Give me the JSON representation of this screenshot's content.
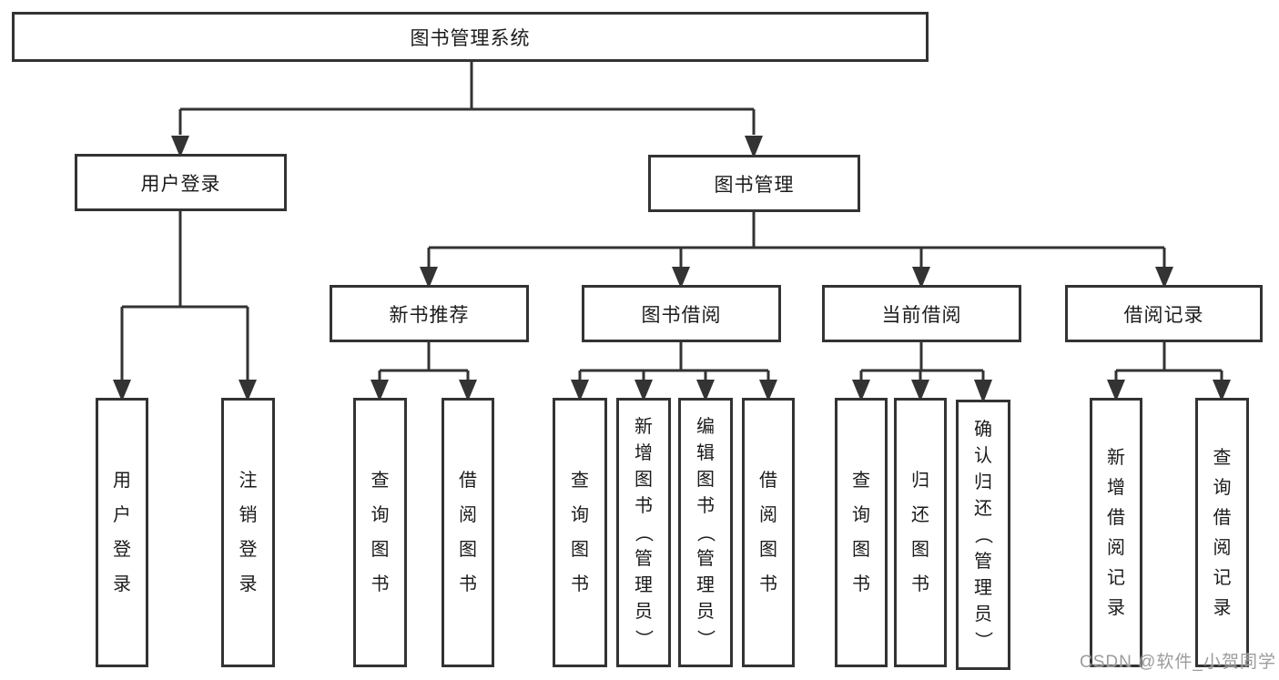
{
  "page": {
    "background": "#ffffff",
    "line_color": "#333333",
    "box_border_color": "#333333",
    "text_color": "#1b1b1b"
  },
  "diagram": {
    "type": "hierarchy-tree",
    "root": {
      "label": "图书管理系统"
    },
    "level2": [
      {
        "label": "用户登录",
        "children": [
          {
            "label": "用户登录"
          },
          {
            "label": "注销登录"
          }
        ]
      },
      {
        "label": "图书管理",
        "children": [
          {
            "label": "新书推荐",
            "children": [
              {
                "label": "查询图书"
              },
              {
                "label": "借阅图书"
              }
            ]
          },
          {
            "label": "图书借阅",
            "children": [
              {
                "label": "查询图书"
              },
              {
                "label": "新增图书（管理员）"
              },
              {
                "label": "编辑图书（管理员）"
              },
              {
                "label": "借阅图书"
              }
            ]
          },
          {
            "label": "当前借阅",
            "children": [
              {
                "label": "查询图书"
              },
              {
                "label": "归还图书"
              },
              {
                "label": "确认归还（管理员）"
              }
            ]
          },
          {
            "label": "借阅记录",
            "children": [
              {
                "label": "新增借阅记录"
              },
              {
                "label": "查询借阅记录"
              }
            ]
          }
        ]
      }
    ]
  },
  "watermark": {
    "text": "CSDN @软件_小贺同学",
    "color": "#949494"
  }
}
